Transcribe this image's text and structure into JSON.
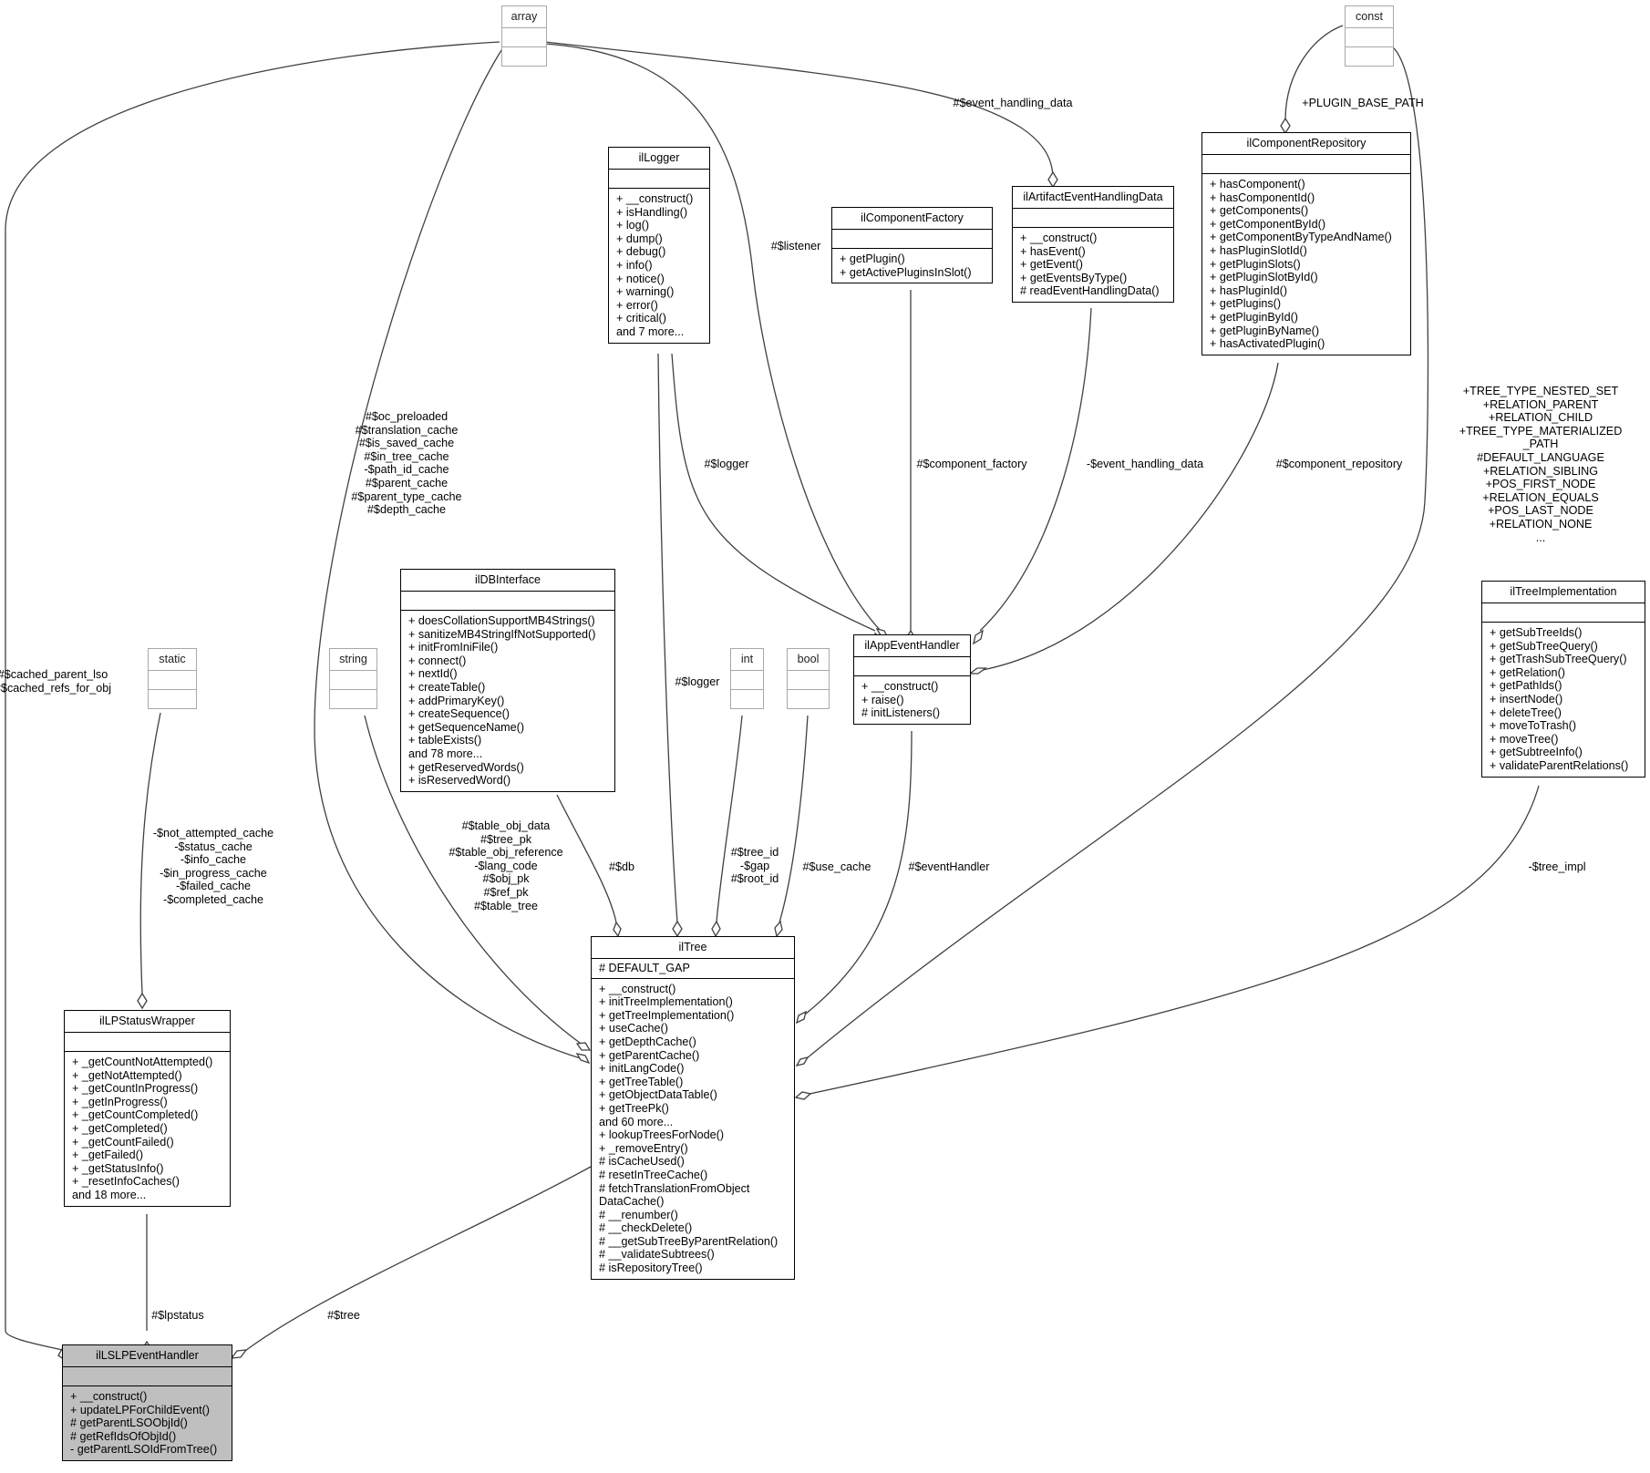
{
  "classes": {
    "array": {
      "name": "array",
      "attributes": [],
      "operations": []
    },
    "const": {
      "name": "const",
      "attributes": [],
      "operations": []
    },
    "static": {
      "name": "static",
      "attributes": [],
      "operations": []
    },
    "string": {
      "name": "string",
      "attributes": [],
      "operations": []
    },
    "int": {
      "name": "int",
      "attributes": [],
      "operations": []
    },
    "bool": {
      "name": "bool",
      "attributes": [],
      "operations": []
    },
    "ilLogger": {
      "name": "ilLogger",
      "attributes": [],
      "operations": [
        "+ __construct()",
        "+ isHandling()",
        "+ log()",
        "+ dump()",
        "+ debug()",
        "+ info()",
        "+ notice()",
        "+ warning()",
        "+ error()",
        "+ critical()",
        "and 7 more..."
      ]
    },
    "ilComponentFactory": {
      "name": "ilComponentFactory",
      "attributes": [],
      "operations": [
        "+ getPlugin()",
        "+ getActivePluginsInSlot()"
      ]
    },
    "ilArtifactEventHandlingData": {
      "name": "ilArtifactEventHandlingData",
      "attributes": [],
      "operations": [
        "+ __construct()",
        "+ hasEvent()",
        "+ getEvent()",
        "+ getEventsByType()",
        "# readEventHandlingData()"
      ]
    },
    "ilComponentRepository": {
      "name": "ilComponentRepository",
      "attributes": [],
      "operations": [
        "+ hasComponent()",
        "+ hasComponentId()",
        "+ getComponents()",
        "+ getComponentById()",
        "+ getComponentByTypeAndName()",
        "+ hasPluginSlotId()",
        "+ getPluginSlots()",
        "+ getPluginSlotById()",
        "+ hasPluginId()",
        "+ getPlugins()",
        "+ getPluginById()",
        "+ getPluginByName()",
        "+ hasActivatedPlugin()"
      ]
    },
    "ilDBInterface": {
      "name": "ilDBInterface",
      "attributes": [],
      "operations": [
        "+ doesCollationSupportMB4Strings()",
        "+ sanitizeMB4StringIfNotSupported()",
        "+ initFromIniFile()",
        "+ connect()",
        "+ nextId()",
        "+ createTable()",
        "+ addPrimaryKey()",
        "+ createSequence()",
        "+ getSequenceName()",
        "+ tableExists()",
        "and 78 more...",
        "+ getReservedWords()",
        "+ isReservedWord()"
      ]
    },
    "ilAppEventHandler": {
      "name": "ilAppEventHandler",
      "attributes": [],
      "operations": [
        "+ __construct()",
        "+ raise()",
        "# initListeners()"
      ]
    },
    "ilTreeImplementation": {
      "name": "ilTreeImplementation",
      "attributes": [],
      "operations": [
        "+ getSubTreeIds()",
        "+ getSubTreeQuery()",
        "+ getTrashSubTreeQuery()",
        "+ getRelation()",
        "+ getPathIds()",
        "+ insertNode()",
        "+ deleteTree()",
        "+ moveToTrash()",
        "+ moveTree()",
        "+ getSubtreeInfo()",
        "+ validateParentRelations()"
      ]
    },
    "ilTree": {
      "name": "ilTree",
      "attributes": [
        "# DEFAULT_GAP"
      ],
      "operations": [
        "+ __construct()",
        "+ initTreeImplementation()",
        "+ getTreeImplementation()",
        "+ useCache()",
        "+ getDepthCache()",
        "+ getParentCache()",
        "+ initLangCode()",
        "+ getTreeTable()",
        "+ getObjectDataTable()",
        "+ getTreePk()",
        "and 60 more...",
        "+ lookupTreesForNode()",
        "+ _removeEntry()",
        "# isCacheUsed()",
        "# resetInTreeCache()",
        "# fetchTranslationFromObject",
        "DataCache()",
        "# __renumber()",
        "# __checkDelete()",
        "# __getSubTreeByParentRelation()",
        "# __validateSubtrees()",
        "# isRepositoryTree()"
      ]
    },
    "ilLPStatusWrapper": {
      "name": "ilLPStatusWrapper",
      "attributes": [],
      "operations": [
        "+ _getCountNotAttempted()",
        "+ _getNotAttempted()",
        "+ _getCountInProgress()",
        "+ _getInProgress()",
        "+ _getCountCompleted()",
        "+ _getCompleted()",
        "+ _getCountFailed()",
        "+ _getFailed()",
        "+ _getStatusInfo()",
        "+ _resetInfoCaches()",
        "and 18 more..."
      ]
    },
    "ilLSLPEventHandler": {
      "name": "ilLSLPEventHandler",
      "attributes": [],
      "operations": [
        "+ __construct()",
        "+ updateLPForChildEvent()",
        "# getParentLSOObjId()",
        "# getRefIdsOfObjId()",
        "- getParentLSOIdFromTree()"
      ]
    }
  },
  "relations": {
    "array_to_lslp": {
      "from": "array",
      "to": "ilLSLPEventHandler",
      "label": [
        "#$cached_parent_lso",
        "#$cached_refs_for_obj"
      ]
    },
    "array_to_tree": {
      "from": "array",
      "to": "ilTree",
      "label": [
        "#$oc_preloaded",
        "#$translation_cache",
        "#$is_saved_cache",
        "#$in_tree_cache",
        "-$path_id_cache",
        "#$parent_cache",
        "#$parent_type_cache",
        "#$depth_cache"
      ]
    },
    "array_to_appevent": {
      "from": "array",
      "to": "ilAppEventHandler",
      "label": [
        "#$listener"
      ]
    },
    "array_to_artifact": {
      "from": "array",
      "to": "ilArtifactEventHandlingData",
      "label": [
        "#$event_handling_data"
      ]
    },
    "const_to_comprepo": {
      "from": "const",
      "to": "ilComponentRepository",
      "label": [
        "+PLUGIN_BASE_PATH"
      ]
    },
    "const_to_tree": {
      "from": "const",
      "to": "ilTree",
      "label": [
        "+TREE_TYPE_NESTED_SET",
        "+RELATION_PARENT",
        "+RELATION_CHILD",
        "+TREE_TYPE_MATERIALIZED",
        "_PATH",
        "#DEFAULT_LANGUAGE",
        "+RELATION_SIBLING",
        "+POS_FIRST_NODE",
        "+RELATION_EQUALS",
        "+POS_LAST_NODE",
        "+RELATION_NONE",
        "..."
      ]
    },
    "logger_to_appevent": {
      "from": "ilLogger",
      "to": "ilAppEventHandler",
      "label": [
        "#$logger"
      ]
    },
    "logger_to_tree": {
      "from": "ilLogger",
      "to": "ilTree",
      "label": [
        "#$logger"
      ]
    },
    "factory_to_appevent": {
      "from": "ilComponentFactory",
      "to": "ilAppEventHandler",
      "label": [
        "#$component_factory"
      ]
    },
    "artifact_to_appevent": {
      "from": "ilArtifactEventHandlingData",
      "to": "ilAppEventHandler",
      "label": [
        "-$event_handling_data"
      ]
    },
    "comprepo_to_appevent": {
      "from": "ilComponentRepository",
      "to": "ilAppEventHandler",
      "label": [
        "#$component_repository"
      ]
    },
    "static_to_lpstatus": {
      "from": "static",
      "to": "ilLPStatusWrapper",
      "label": [
        "-$not_attempted_cache",
        "-$status_cache",
        "-$info_cache",
        "-$in_progress_cache",
        "-$failed_cache",
        "-$completed_cache"
      ]
    },
    "string_to_tree": {
      "from": "string",
      "to": "ilTree",
      "label": [
        "#$table_obj_data",
        "#$tree_pk",
        "#$table_obj_reference",
        "-$lang_code",
        "#$obj_pk",
        "#$ref_pk",
        "#$table_tree"
      ]
    },
    "db_to_tree": {
      "from": "ilDBInterface",
      "to": "ilTree",
      "label": [
        "#$db"
      ]
    },
    "int_to_tree": {
      "from": "int",
      "to": "ilTree",
      "label": [
        "#$tree_id",
        "-$gap",
        "#$root_id"
      ]
    },
    "bool_to_tree": {
      "from": "bool",
      "to": "ilTree",
      "label": [
        "#$use_cache"
      ]
    },
    "appevent_to_tree": {
      "from": "ilAppEventHandler",
      "to": "ilTree",
      "label": [
        "#$eventHandler"
      ]
    },
    "treeimpl_to_tree": {
      "from": "ilTreeImplementation",
      "to": "ilTree",
      "label": [
        "-$tree_impl"
      ]
    },
    "lpstatus_to_lslp": {
      "from": "ilLPStatusWrapper",
      "to": "ilLSLPEventHandler",
      "label": [
        "#$lpstatus"
      ]
    },
    "tree_to_lslp": {
      "from": "ilTree",
      "to": "ilLSLPEventHandler",
      "label": [
        "#$tree"
      ]
    }
  }
}
